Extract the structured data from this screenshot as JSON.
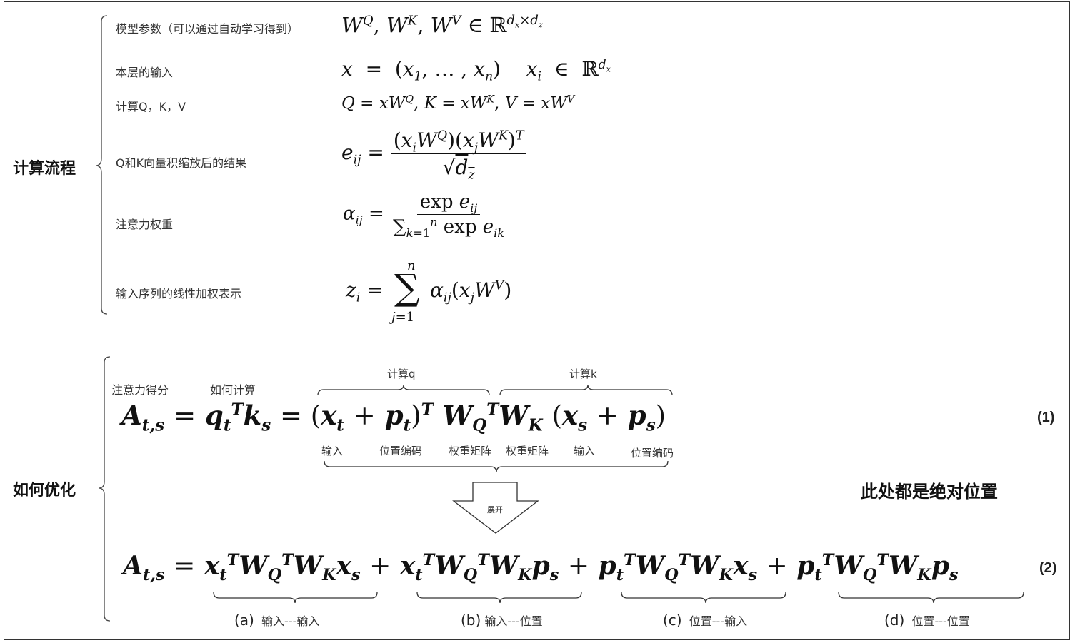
{
  "section1": {
    "title": "计算流程",
    "items": [
      {
        "label": "模型参数（可以通过自动学习得到）",
        "formula": "W^Q, W^K, W^V ∈ ℝ^{d_x×d_z}"
      },
      {
        "label": "本层的输入",
        "formula": "x = (x_1, …, x_n)   x_i ∈ ℝ^{d_x}"
      },
      {
        "label": "计算Q，K，V",
        "formula": "Q = xW^Q, K = xW^K, V = xW^V"
      },
      {
        "label": "Q和K向量积缩放后的结果",
        "formula": "e_ij = (x_i W^Q)(x_j W^K)^T / √d_z"
      },
      {
        "label": "注意力权重",
        "formula": "α_ij = exp e_ij / Σ_{k=1}^n exp e_ik"
      },
      {
        "label": "输入序列的线性加权表示",
        "formula": "z_i = Σ_{j=1}^n α_ij (x_j W^V)"
      }
    ]
  },
  "section2": {
    "title": "如何优化",
    "score_label": "注意力得分",
    "how_label": "如何计算",
    "calc_q": "计算q",
    "calc_k": "计算k",
    "eq1_labels": [
      "输入",
      "位置编码",
      "权重矩阵",
      "权重矩阵",
      "输入",
      "位置编码"
    ],
    "eq1_number": "(1)",
    "expand_label": "展开",
    "note": "此处都是绝对位置",
    "eq2_number": "(2)",
    "terms": [
      {
        "tag": "(a)",
        "label": "输入---输入"
      },
      {
        "tag": "(b)",
        "label": "输入---位置"
      },
      {
        "tag": "(c)",
        "label": "位置---输入"
      },
      {
        "tag": "(d)",
        "label": "位置---位置"
      }
    ]
  }
}
